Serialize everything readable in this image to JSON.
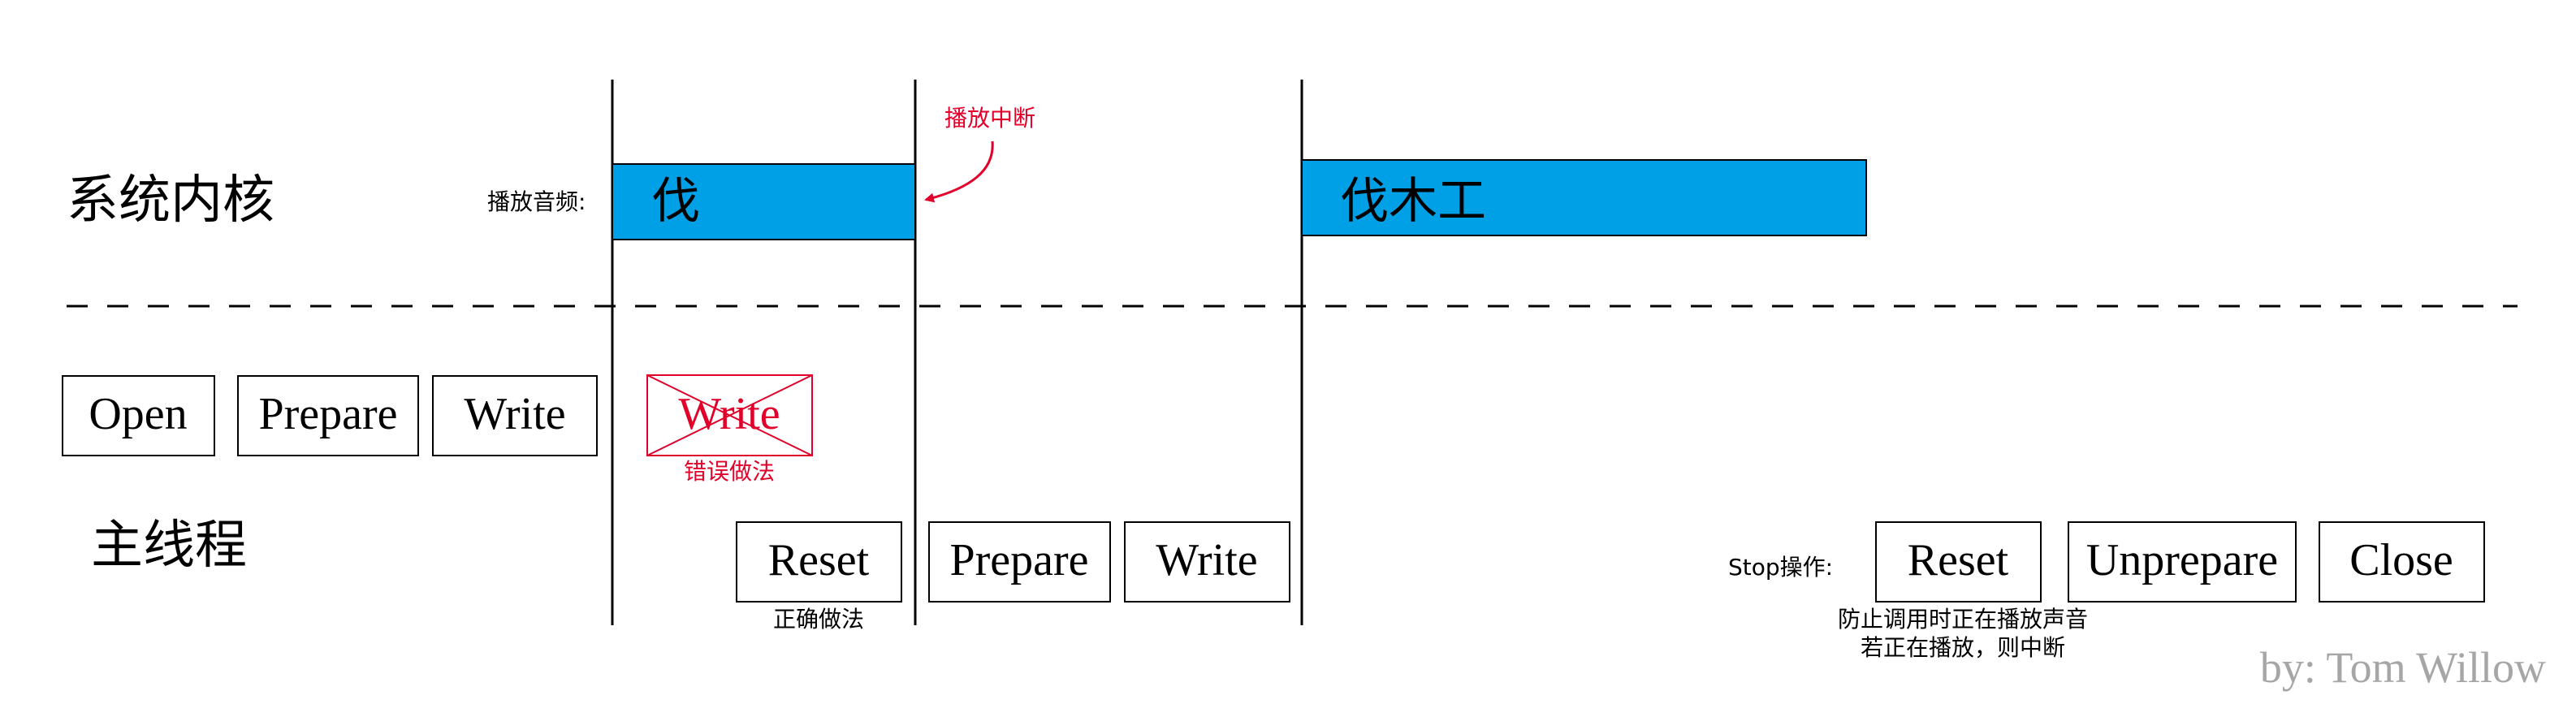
{
  "lanes": {
    "kernel_label": "系统内核",
    "main_label": "主线程",
    "playback_label": "播放音频:"
  },
  "audio_segments": {
    "first": "伐",
    "second": "伐木工"
  },
  "interrupt_note": "播放中断",
  "main_thread": {
    "open": "Open",
    "prepare": "Prepare",
    "write": "Write",
    "wrong_write": "Write",
    "wrong_caption": "错误做法",
    "reset": "Reset",
    "correct_caption": "正确做法",
    "prepare2": "Prepare",
    "write2": "Write",
    "stop_label": "Stop操作:",
    "reset2": "Reset",
    "unprepare": "Unprepare",
    "close": "Close",
    "stop_note_line1": "防止调用时正在播放声音",
    "stop_note_line2": "若正在播放，则中断"
  },
  "credit": "by: Tom Willow",
  "colors": {
    "segment_fill": "#00a0e6",
    "wrong": "#e0002a",
    "line": "#000000",
    "credit": "#a6a6a6"
  }
}
